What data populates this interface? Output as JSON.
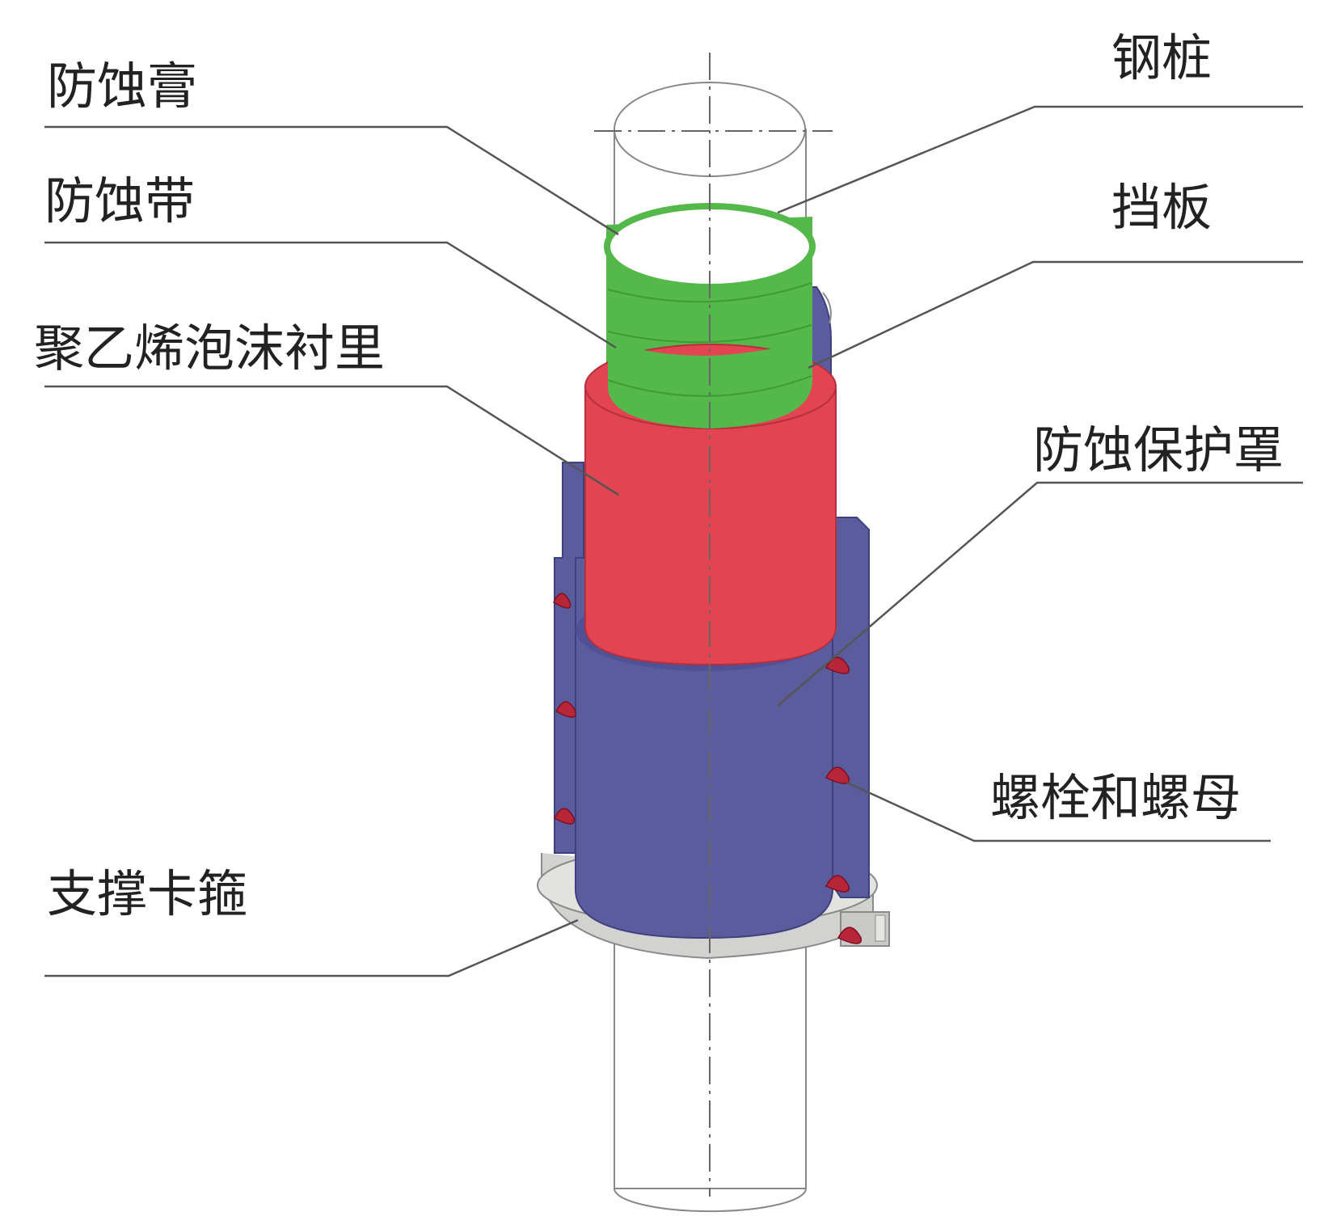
{
  "labels": {
    "anticorrosion_paste": "防蚀膏",
    "anticorrosion_tape": "防蚀带",
    "pe_foam_lining": "聚乙烯泡沫衬里",
    "support_clamp": "支撑卡箍",
    "steel_pile": "钢桩",
    "baffle": "挡板",
    "protective_cover": "防蚀保护罩",
    "bolts_nuts": "螺栓和螺母"
  },
  "colors": {
    "pile": "#ffffff",
    "tape": "#55b84a",
    "tape_edge": "#3e9a36",
    "lining": "#e34452",
    "cover": "#5a5c9e",
    "cover_dark": "#4a4c8e",
    "bolt": "#b72538",
    "clamp": "#d2d2d0",
    "line": "#555555"
  }
}
